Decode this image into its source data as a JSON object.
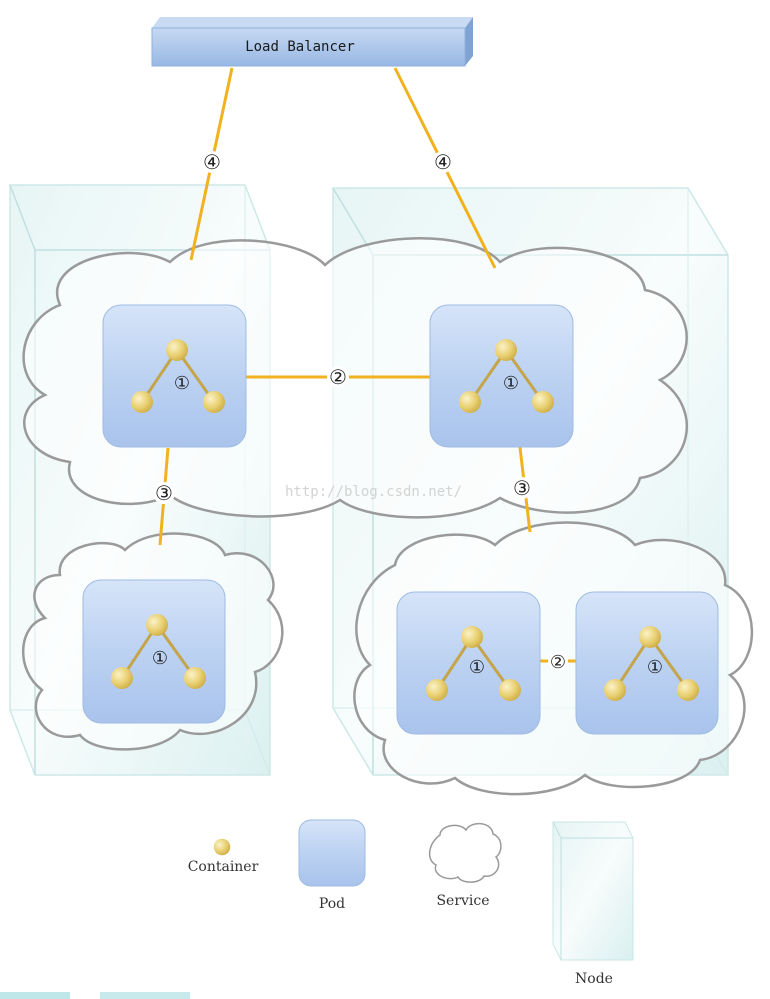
{
  "title": "Load Balancer",
  "watermark": "http://blog.csdn.net/",
  "labels": {
    "pod_marker": "①",
    "pod_link": "②",
    "service_link": "③",
    "lb_link": "④"
  },
  "legend": {
    "container": "Container",
    "pod": "Pod",
    "service": "Service",
    "node": "Node"
  },
  "colors": {
    "link": "#f2b21f",
    "pod_fill": "#b9d0f2",
    "node_fill": "#dcf1f1",
    "container": "#e6cf6e",
    "lb_fill": "#a9c6ea"
  }
}
